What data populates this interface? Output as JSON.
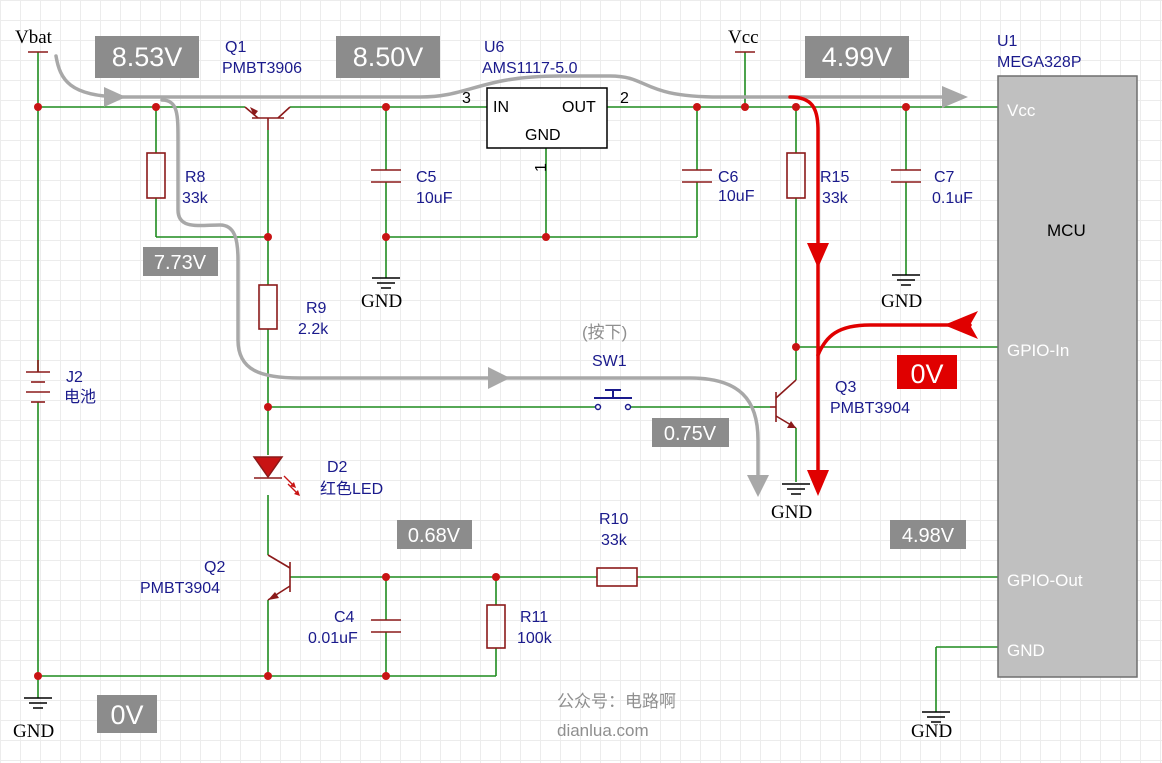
{
  "supplies": {
    "vbat": "Vbat",
    "vcc": "Vcc"
  },
  "voltages": {
    "vbat_v": "8.53V",
    "q1_out_v": "8.50V",
    "vcc_v": "4.99V",
    "r8_node_v": "7.73V",
    "q3_base_v": "0.75V",
    "q2_base_v": "0.68V",
    "gpio_out_v": "4.98V",
    "gnd_v": "0V",
    "gpio_in_v": "0V"
  },
  "components": {
    "q1": {
      "ref": "Q1",
      "part": "PMBT3906"
    },
    "u6": {
      "ref": "U6",
      "part": "AMS1117-5.0",
      "pin_in": "IN",
      "pin_out": "OUT",
      "pin_gnd": "GND",
      "pin3": "3",
      "pin2": "2",
      "pin1": "1"
    },
    "u1": {
      "ref": "U1",
      "part": "MEGA328P",
      "center": "MCU",
      "pin_vcc": "Vcc",
      "pin_gpio_in": "GPIO-In",
      "pin_gpio_out": "GPIO-Out",
      "pin_gnd": "GND"
    },
    "r8": {
      "ref": "R8",
      "value": "33k"
    },
    "r9": {
      "ref": "R9",
      "value": "2.2k"
    },
    "r10": {
      "ref": "R10",
      "value": "33k"
    },
    "r11": {
      "ref": "R11",
      "value": "100k"
    },
    "r15": {
      "ref": "R15",
      "value": "33k"
    },
    "c4": {
      "ref": "C4",
      "value": "0.01uF"
    },
    "c5": {
      "ref": "C5",
      "value": "10uF"
    },
    "c6": {
      "ref": "C6",
      "value": "10uF"
    },
    "c7": {
      "ref": "C7",
      "value": "0.1uF"
    },
    "j2": {
      "ref": "J2",
      "name": "电池"
    },
    "d2": {
      "ref": "D2",
      "name": "红色LED"
    },
    "q2": {
      "ref": "Q2",
      "part": "PMBT3904"
    },
    "q3": {
      "ref": "Q3",
      "part": "PMBT3904"
    },
    "sw1": {
      "ref": "SW1",
      "note": "(按下)"
    }
  },
  "ground_label": "GND",
  "watermark": {
    "line1": "公众号：电路啊",
    "line2": "dianlua.com"
  },
  "colors": {
    "wire": "#1f8c1f",
    "component": "#8b1a1a",
    "junction": "#c81414",
    "label_bg": "#8c8c8c",
    "highlight": "#e00000",
    "flow": "#a8a8a8"
  }
}
